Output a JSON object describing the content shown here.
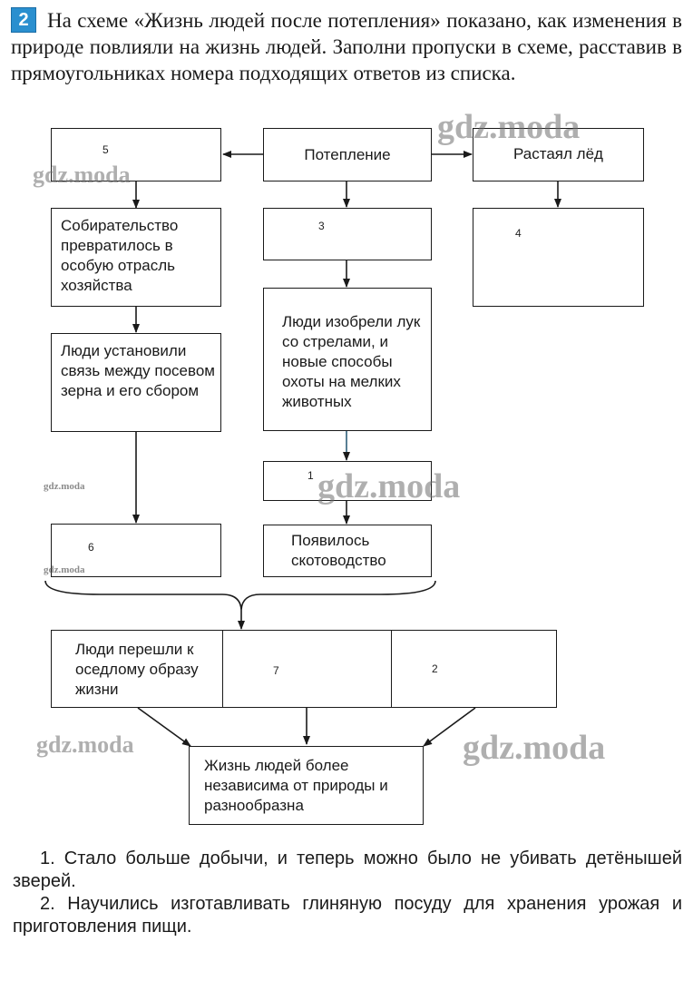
{
  "task": {
    "number": "2",
    "text": "На схеме «Жизнь людей после потепления» показано, как изменения в природе повлияли на жизнь людей. Заполни пропуски в схеме, расставив в прямоугольниках номера подходящих ответов из списка."
  },
  "diagram": {
    "center_top": "Потепление",
    "right_top": "Растаял лёд",
    "left_top_answer": "5",
    "left_mid": "Собирательство превратилось в особую отрасль хозяйства",
    "left_low": "Люди установили связь между посевом зерна и его сбором",
    "left_bottom_answer": "6",
    "center_second_answer": "3",
    "center_mid": "Люди изобрели лук со стрелами, и новые способы охоты на мелких животных",
    "center_low_answer": "1",
    "center_bottom": "Появилось скотоводство",
    "right_second_answer": "4",
    "wide_left": "Люди перешли к оседлому образу жизни",
    "wide_middle_answer": "7",
    "wide_right_answer": "2",
    "final": "Жизнь людей более независима от природы и разнообразна"
  },
  "answers": [
    "1. Стало больше добычи, и теперь можно было не убивать детёнышей зверей.",
    "2. Научились изготавливать глиняную посуду для хранения урожая и приготовления пищи."
  ],
  "watermarks": [
    "gdz.moda",
    "gdz.moda",
    "gdz.moda",
    "gdz.moda",
    "gdz.moda",
    "gdz.moda",
    "gdz.moda"
  ]
}
